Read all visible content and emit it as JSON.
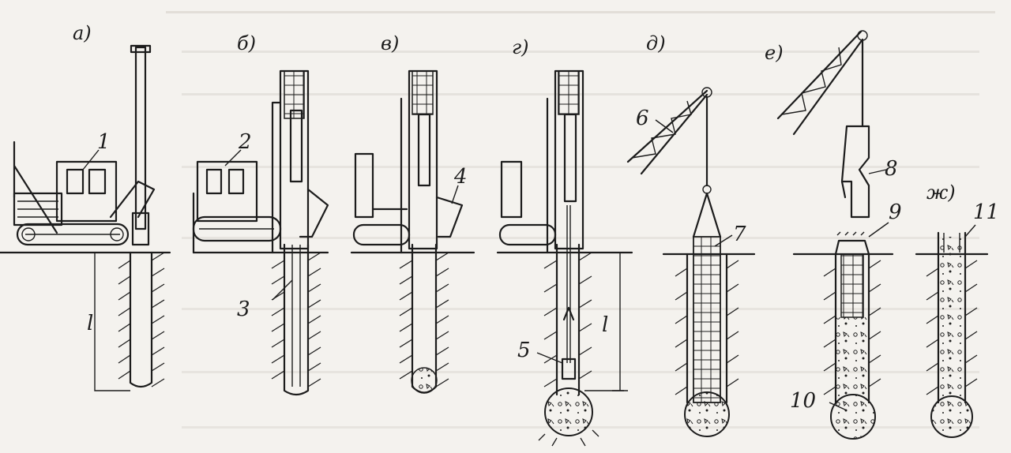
{
  "stage_labels": [
    "а)",
    "б)",
    "в)",
    "г)",
    "д)",
    "е)",
    "ж)"
  ],
  "callouts": [
    "1",
    "2",
    "3",
    "4",
    "5",
    "6",
    "7",
    "8",
    "9",
    "10",
    "11"
  ],
  "dimension_label": "l"
}
